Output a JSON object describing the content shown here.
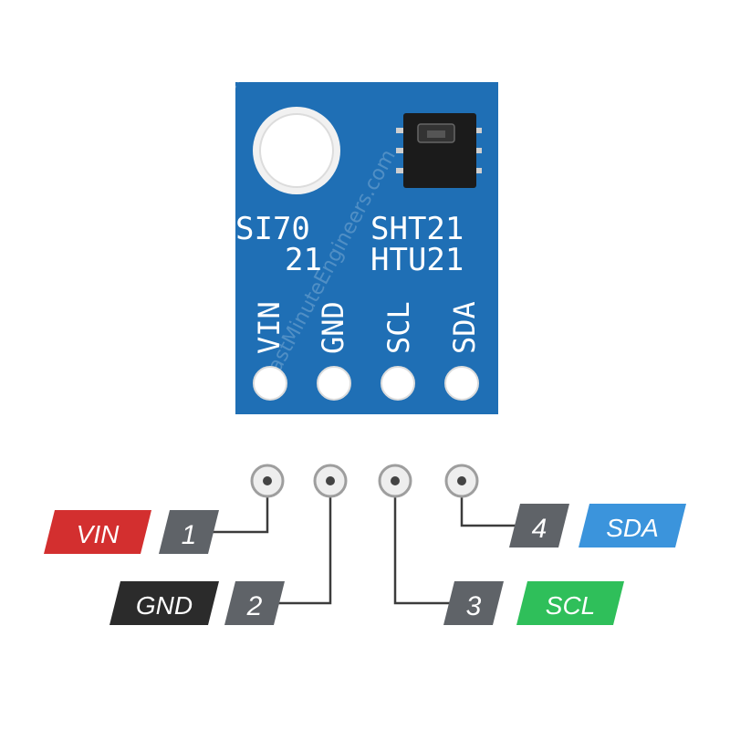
{
  "board": {
    "chip_label_left_1": "SI70",
    "chip_label_left_2": "21",
    "chip_label_right_1": "SHT21",
    "chip_label_right_2": "HTU21",
    "watermark": "LastMinuteEngineers.com",
    "pcb_color": "#1f6fb5",
    "pin_labels": [
      "VIN",
      "GND",
      "SCL",
      "SDA"
    ]
  },
  "pinout": [
    {
      "number": "1",
      "name": "VIN",
      "color": "#d32f2f"
    },
    {
      "number": "2",
      "name": "GND",
      "color": "#2b2b2b"
    },
    {
      "number": "3",
      "name": "SCL",
      "color": "#2fbf5a"
    },
    {
      "number": "4",
      "name": "SDA",
      "color": "#3b94dc"
    }
  ],
  "number_tag_color": "#5f6368"
}
